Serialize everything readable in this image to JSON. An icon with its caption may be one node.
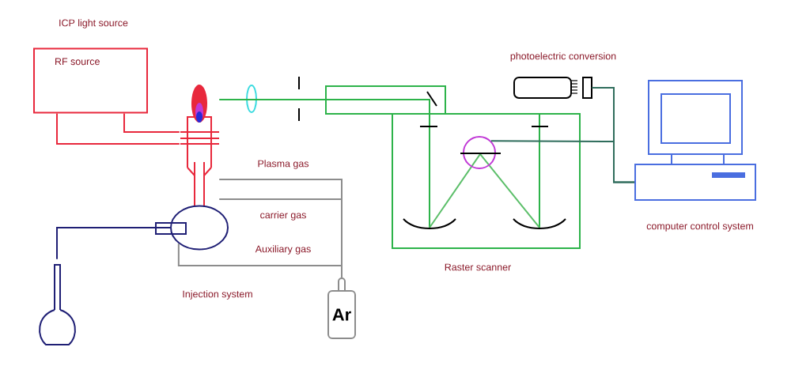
{
  "diagram": {
    "nodes": [
      {
        "text": [
          "RF source"
        ]
      },
      {
        "text": [],
        "shape": "torch"
      },
      {
        "text": [],
        "shape": "ellipse"
      },
      {
        "text": [],
        "shape": "flask"
      },
      {
        "text": [
          "Ar"
        ]
      },
      {
        "text": [],
        "shape": "box",
        "beside": [
          "Raster scanner"
        ]
      },
      {
        "text": [],
        "shape": "circle",
        "in": 5
      },
      {
        "text": [],
        "shape": "tube",
        "beside": [
          "photoelectric conversion"
        ]
      },
      {
        "text": [],
        "shape": "computer",
        "beside": [
          "computer control system"
        ]
      }
    ],
    "edges": [
      {
        "from": 0,
        "to": 1,
        "arrow": "none",
        "color": "#e8283c"
      },
      {
        "from": 0,
        "to": 1,
        "arrow": "none",
        "color": "#e8283c"
      },
      {
        "from": 4,
        "to": 1,
        "arrow": "none",
        "label": "Plasma gas",
        "color": "#8c8c8c"
      },
      {
        "from": 4,
        "to": 1,
        "arrow": "none",
        "label": "carrier gas",
        "color": "#8c8c8c"
      },
      {
        "from": 4,
        "to": 2,
        "arrow": "none",
        "label": "Auxiliary gas",
        "color": "#8c8c8c"
      },
      {
        "from": 3,
        "to": 2,
        "arrow": "none",
        "color": "#1f1f75"
      },
      {
        "from": 1,
        "to": 5,
        "arrow": "none",
        "color": "#2db34a"
      },
      {
        "from": 7,
        "to": 8,
        "arrow": "none",
        "color": "#2f6d5c"
      },
      {
        "from": 6,
        "to": 8,
        "arrow": "none",
        "color": "#2f6d5c"
      }
    ],
    "labels": [
      "ICP light source",
      "Injection system"
    ]
  }
}
